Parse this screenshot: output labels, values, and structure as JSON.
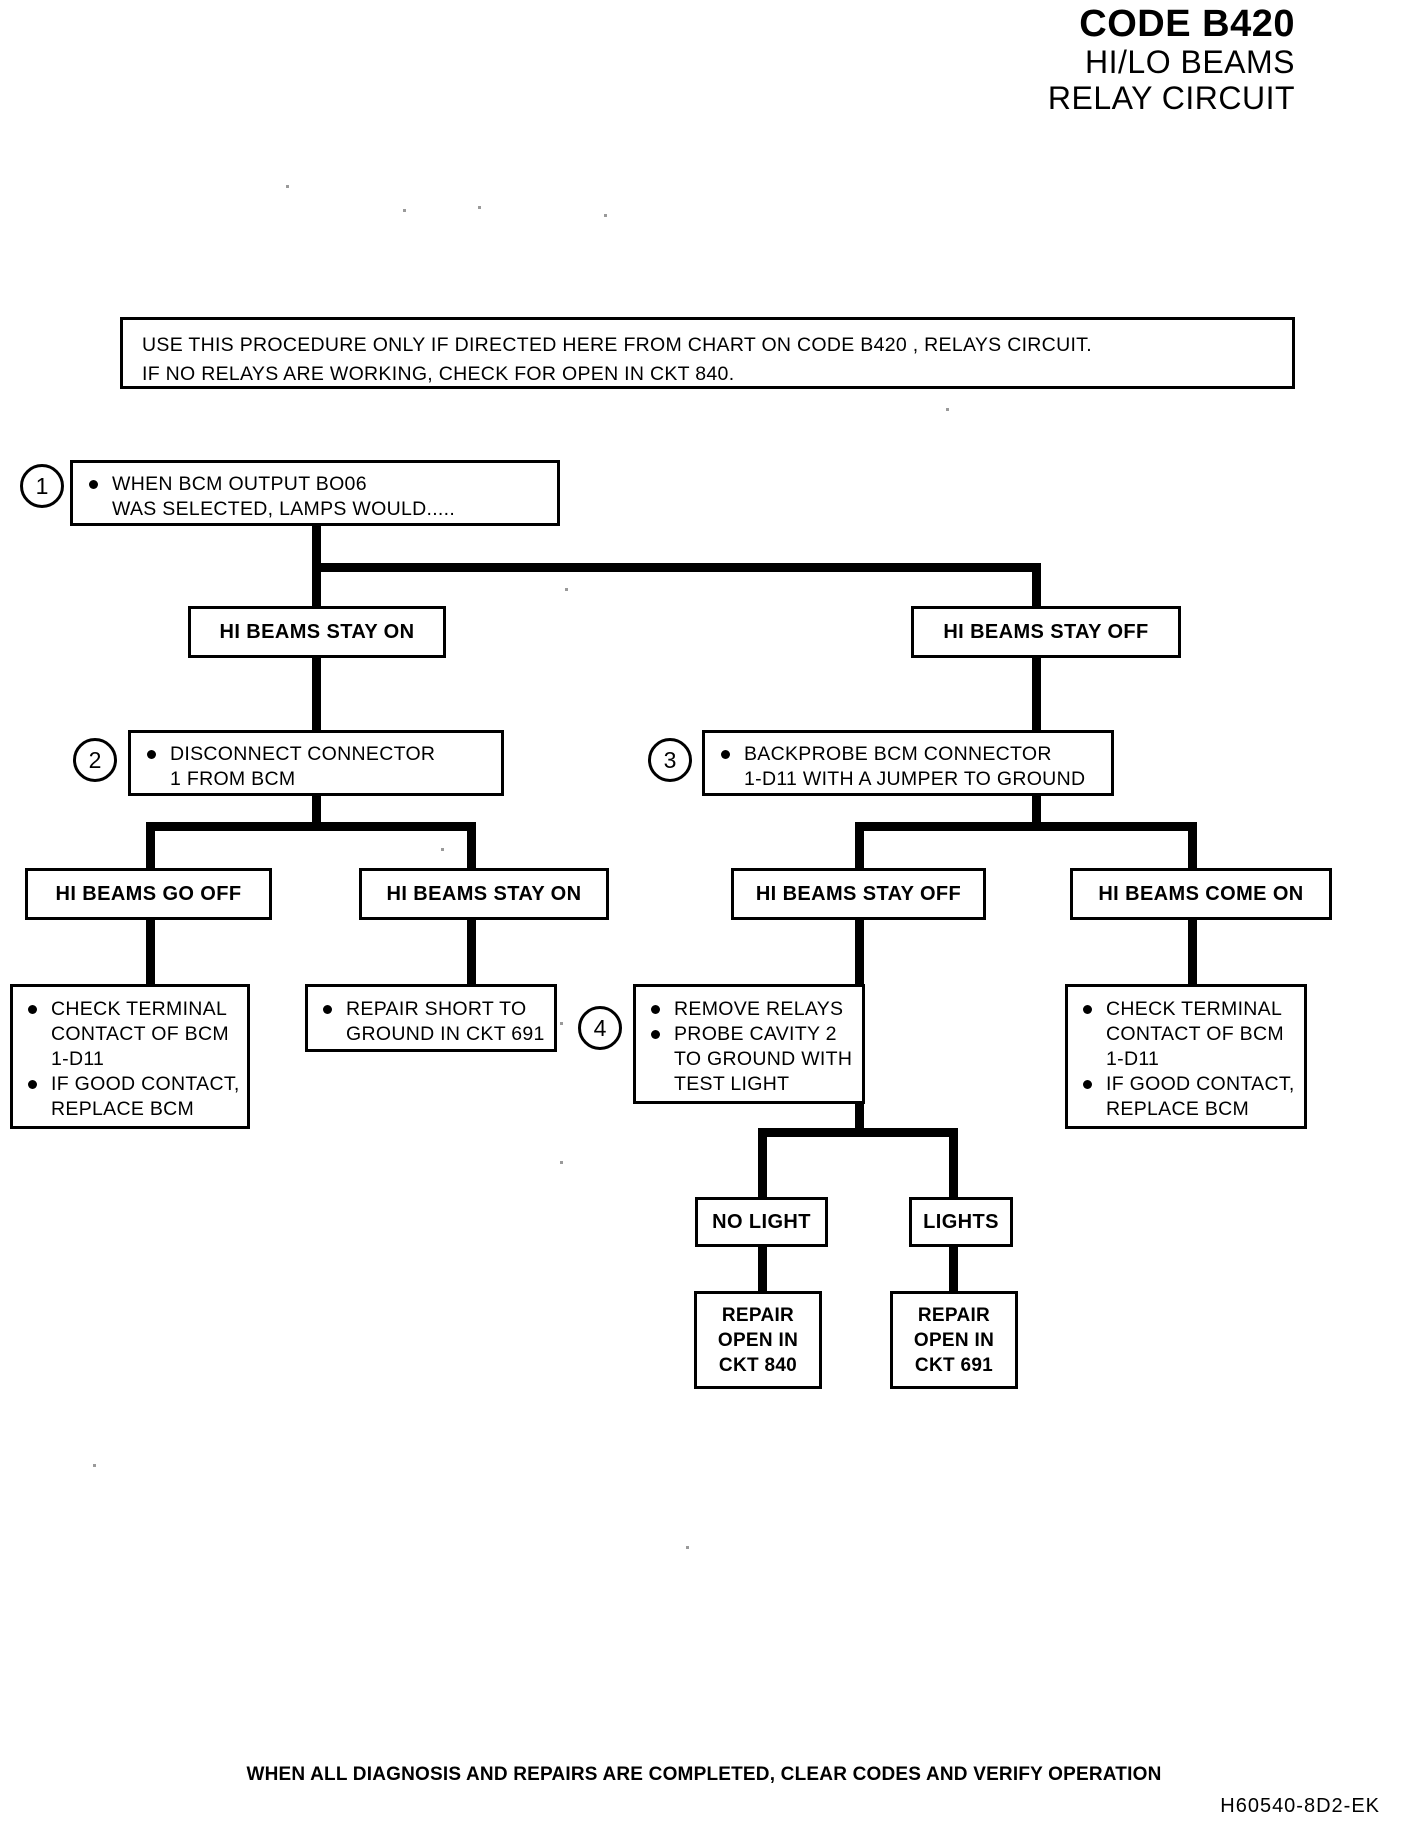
{
  "title": {
    "code": "CODE B420",
    "line2": "HI/LO BEAMS",
    "line3": "RELAY CIRCUIT"
  },
  "note": {
    "line1": "USE THIS PROCEDURE ONLY IF DIRECTED HERE FROM CHART ON CODE B420 , RELAYS CIRCUIT.",
    "line2": "IF NO RELAYS ARE WORKING, CHECK FOR OPEN IN CKT 840."
  },
  "steps": {
    "one": "1",
    "two": "2",
    "three": "3",
    "four": "4"
  },
  "nodes": {
    "step1": {
      "lines": [
        "WHEN BCM OUTPUT BO06",
        "WAS SELECTED, LAMPS WOULD....."
      ]
    },
    "hi_stay_on_1": "HI BEAMS STAY ON",
    "hi_stay_off_1": "HI BEAMS STAY OFF",
    "step2": {
      "lines": [
        "DISCONNECT CONNECTOR",
        "1 FROM BCM"
      ]
    },
    "step3": {
      "lines": [
        "BACKPROBE BCM CONNECTOR",
        "1-D11 WITH A JUMPER TO GROUND"
      ]
    },
    "hi_go_off": "HI BEAMS GO OFF",
    "hi_stay_on_2": "HI BEAMS STAY ON",
    "hi_stay_off_2": "HI BEAMS STAY OFF",
    "hi_come_on": "HI BEAMS COME ON",
    "check_terminal_left": {
      "lines": [
        "CHECK TERMINAL",
        "CONTACT OF BCM",
        "1-D11",
        "IF GOOD CONTACT,",
        "REPLACE BCM"
      ]
    },
    "repair_short": {
      "lines": [
        "REPAIR SHORT TO",
        "GROUND IN CKT 691"
      ]
    },
    "step4": {
      "lines": [
        "REMOVE RELAYS",
        "PROBE CAVITY 2",
        "TO GROUND WITH",
        "TEST LIGHT"
      ]
    },
    "check_terminal_right": {
      "lines": [
        "CHECK TERMINAL",
        "CONTACT OF BCM",
        "1-D11",
        "IF GOOD CONTACT,",
        "REPLACE BCM"
      ]
    },
    "no_light": "NO LIGHT",
    "lights": "LIGHTS",
    "repair_840": {
      "lines": [
        "REPAIR",
        "OPEN IN",
        "CKT 840"
      ]
    },
    "repair_691": {
      "lines": [
        "REPAIR",
        "OPEN IN",
        "CKT 691"
      ]
    }
  },
  "footer": {
    "note": "WHEN ALL DIAGNOSIS AND REPAIRS ARE COMPLETED, CLEAR CODES AND VERIFY OPERATION",
    "code": "H60540-8D2-EK"
  },
  "colors": {
    "ink": "#000000",
    "paper": "#ffffff"
  }
}
